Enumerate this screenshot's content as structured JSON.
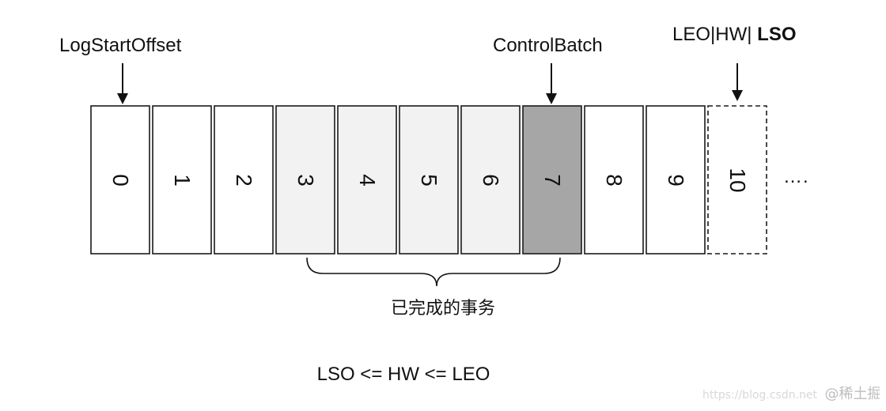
{
  "labels": {
    "log_start_offset": "LogStartOffset",
    "control_batch": "ControlBatch",
    "leo_hw": "LEO|HW|",
    "lso": "LSO"
  },
  "cells": [
    {
      "value": "0",
      "style": "normal"
    },
    {
      "value": "1",
      "style": "normal"
    },
    {
      "value": "2",
      "style": "normal"
    },
    {
      "value": "3",
      "style": "transaction"
    },
    {
      "value": "4",
      "style": "transaction"
    },
    {
      "value": "5",
      "style": "transaction"
    },
    {
      "value": "6",
      "style": "transaction"
    },
    {
      "value": "7",
      "style": "control"
    },
    {
      "value": "8",
      "style": "normal"
    },
    {
      "value": "9",
      "style": "normal"
    },
    {
      "value": "10",
      "style": "pending"
    }
  ],
  "ellipsis": "….",
  "bracket_label": "已完成的事务",
  "formula": "LSO <= HW <= LEO",
  "watermark": {
    "url": "https://blog.csdn.net",
    "text": "@稀土掘金技术社区"
  },
  "colors": {
    "normal_fill": "#ffffff",
    "transaction_fill": "#f2f2f2",
    "control_fill": "#a6a6a6",
    "pending_fill": "#ffffff",
    "stroke": "#1a1a1a"
  }
}
